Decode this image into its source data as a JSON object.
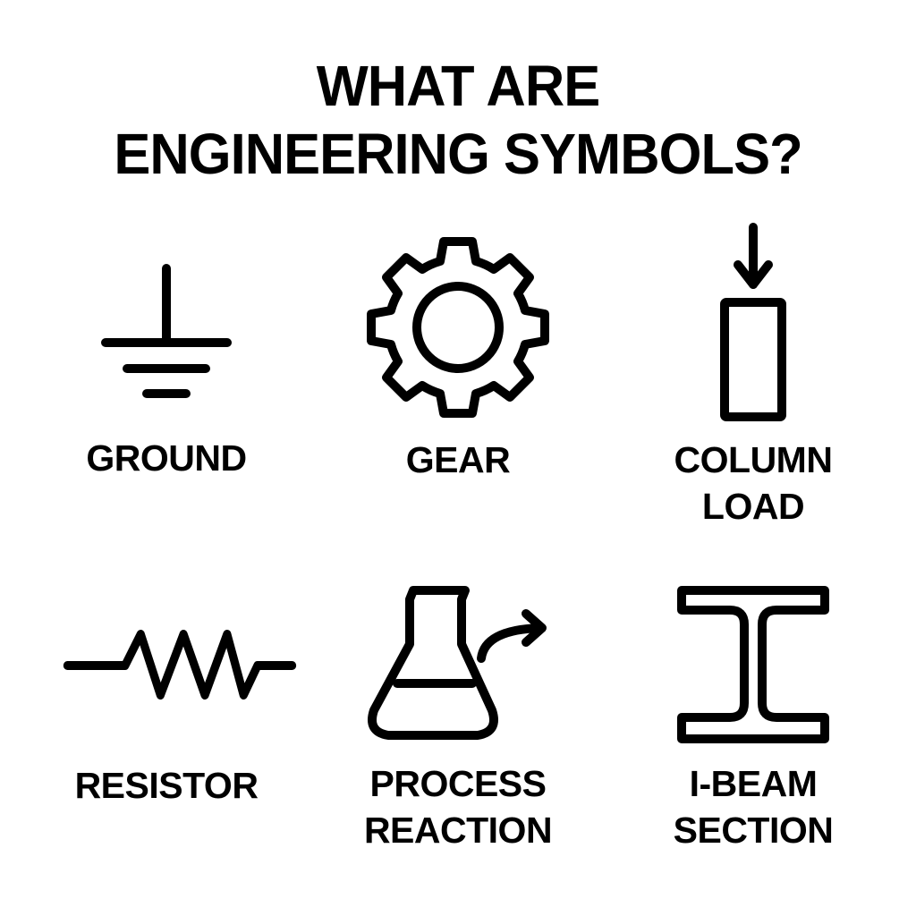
{
  "title": {
    "line1": "WHAT ARE",
    "line2": "ENGINEERING SYMBOLS?"
  },
  "colors": {
    "background": "#ffffff",
    "foreground": "#000000"
  },
  "symbols": [
    {
      "icon": "ground-icon",
      "label_lines": [
        "GROUND"
      ]
    },
    {
      "icon": "gear-icon",
      "label_lines": [
        "GEAR"
      ]
    },
    {
      "icon": "column-load-icon",
      "label_lines": [
        "COLUMN",
        "LOAD"
      ]
    },
    {
      "icon": "resistor-icon",
      "label_lines": [
        "RESISTOR"
      ]
    },
    {
      "icon": "flask-arrow-icon",
      "label_lines": [
        "PROCESS",
        "REACTION"
      ]
    },
    {
      "icon": "i-beam-icon",
      "label_lines": [
        "I-BEAM",
        "SECTION"
      ]
    }
  ]
}
